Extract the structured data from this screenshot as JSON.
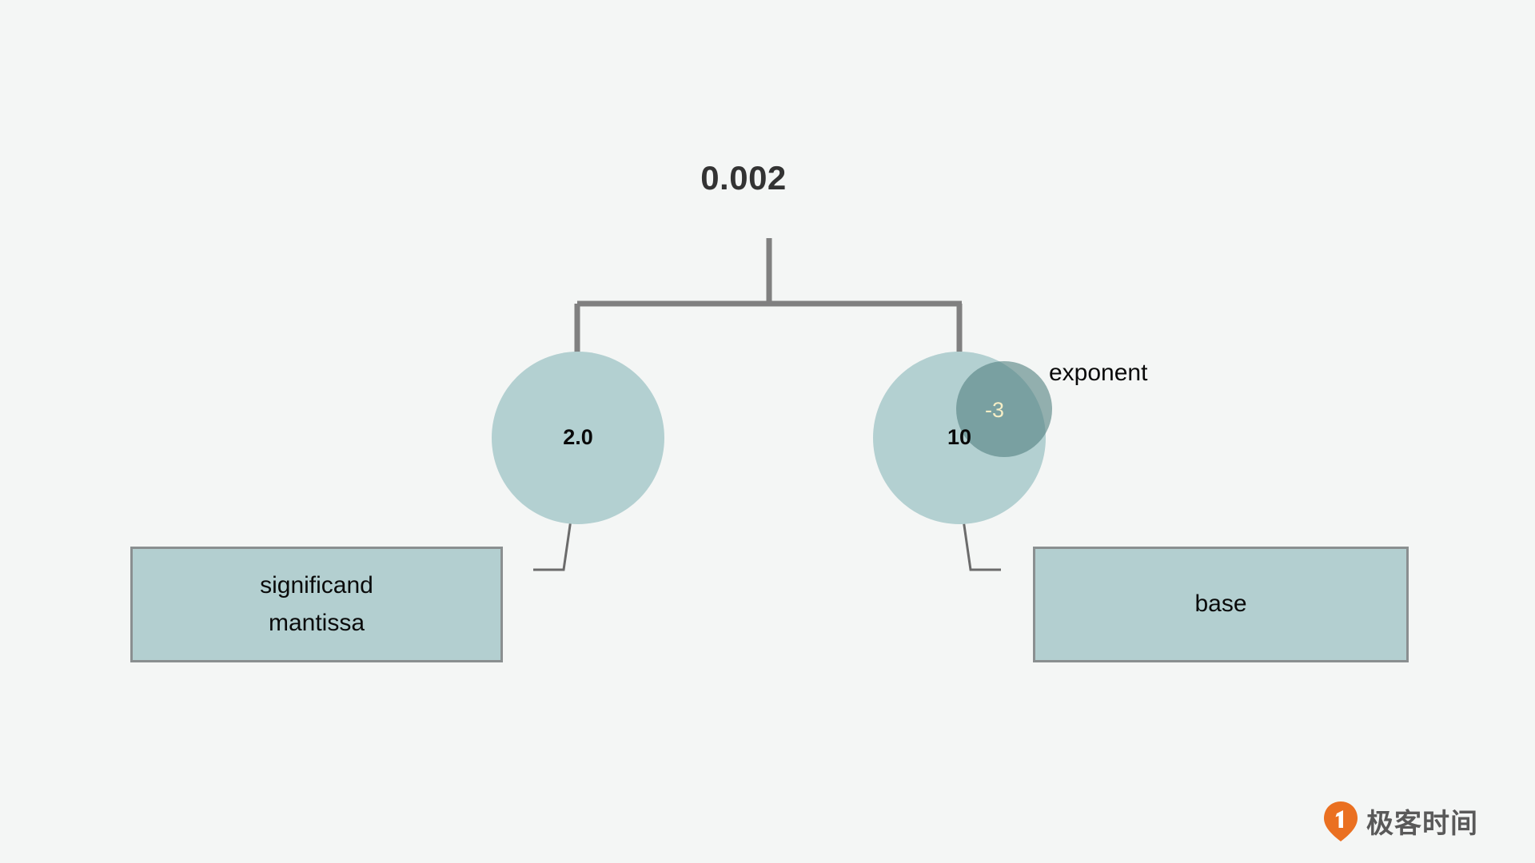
{
  "background_color": "#f4f6f5",
  "diagram": {
    "root": {
      "label": "0.002"
    },
    "nodes": [
      {
        "id": "significand",
        "value": "2.0",
        "fill": "#b3d0d1"
      },
      {
        "id": "base",
        "value": "10",
        "fill": "#b3d0d1"
      }
    ],
    "exponent": {
      "value": "-3",
      "caption": "exponent",
      "fill": "rgba(86,131,131,0.62)",
      "text_color": "#f5eec6"
    },
    "boxes": [
      {
        "id": "significand-box",
        "lines": [
          "significand",
          "mantissa"
        ],
        "fill": "#b3cfd0",
        "border": "#8a8f90"
      },
      {
        "id": "base-box",
        "lines": [
          "base"
        ],
        "fill": "#b3cfd0",
        "border": "#8a8f90"
      }
    ],
    "connector_color": "#808080",
    "callout_color": "#6b6b6b"
  },
  "watermark": {
    "text": "极客时间",
    "logo_color": "#ea7021",
    "text_color": "#595959",
    "icon": "geektime-pin-logo"
  }
}
